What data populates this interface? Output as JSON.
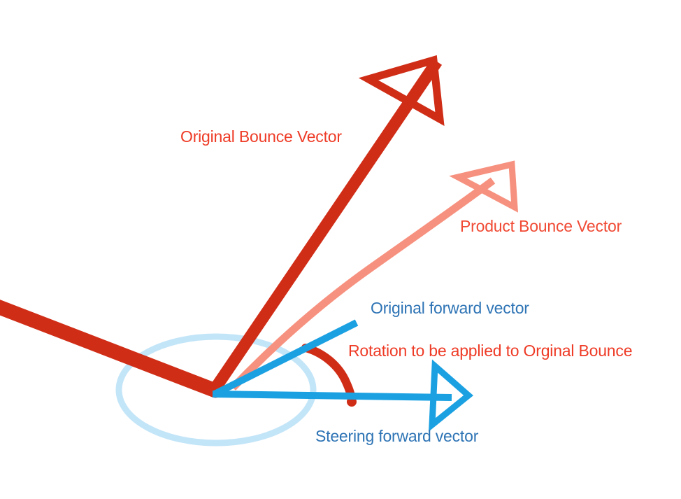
{
  "colors": {
    "background": "#ffffff",
    "dark_red": "#d02d17",
    "salmon": "#f7917f",
    "sky_blue": "#1ba1e2",
    "pale_blue": "#c3e5f8",
    "red_label": "#ee3b26",
    "salmon_label": "#f04a34",
    "blue_label": "#2e74b5"
  },
  "labels": {
    "original_bounce": "Original Bounce Vector",
    "product_bounce": "Product Bounce Vector",
    "original_forward": "Original forward vector",
    "rotation": "Rotation to be applied to Orginal Bounce",
    "steering_forward": "Steering forward vector"
  }
}
